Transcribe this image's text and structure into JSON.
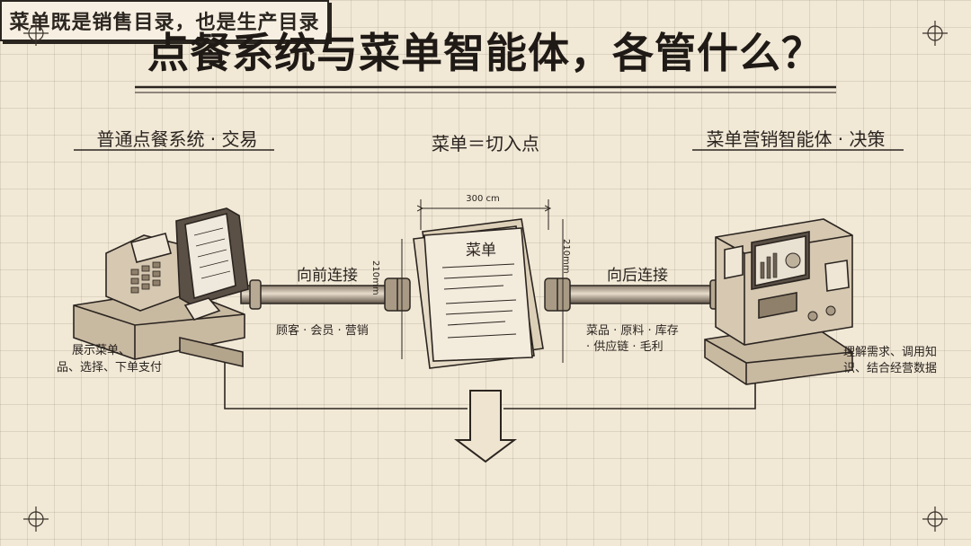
{
  "title": "点餐系统与菜单智能体，各管什么？",
  "left": {
    "heading": "普通点餐系统 · 交易",
    "description_line1": "展示菜单、",
    "description_line2": "品、选择、下单支付"
  },
  "center": {
    "heading": "菜单＝切入点",
    "menu_card_title": "菜单",
    "dim_width": "300 cm",
    "dim_height_left": "210mm",
    "dim_height_right": "210mm"
  },
  "right": {
    "heading": "菜单营销智能体 · 决策",
    "description_line1": "理解需求、调用知",
    "description_line2": "识、结合经营数据"
  },
  "forward": {
    "label": "向前连接",
    "tags": "顾客 · 会员 · 营销"
  },
  "backward": {
    "label": "向后连接",
    "tags_line1": "菜品 · 原料 · 库存",
    "tags_line2": "· 供应链 · 毛利"
  },
  "conclusion": "菜单既是销售目录，也是生产目录",
  "colors": {
    "ink": "#2b2520",
    "paper": "#f1e8d6",
    "grid": "#c9bca4"
  }
}
